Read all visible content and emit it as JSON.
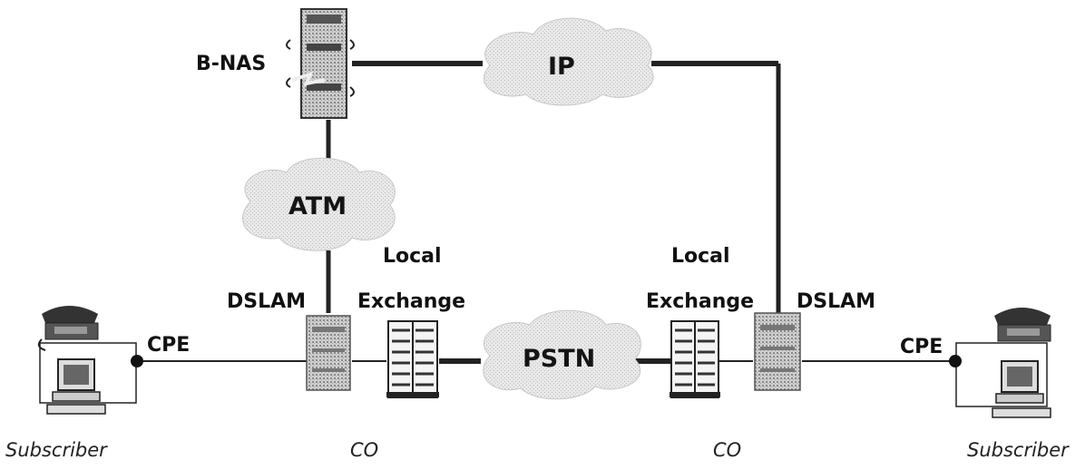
{
  "diagram": {
    "clouds": {
      "ip": "IP",
      "atm": "ATM",
      "pstn": "PSTN"
    },
    "labels": {
      "bnas": "B-NAS",
      "dslam_left": "DSLAM",
      "dslam_right": "DSLAM",
      "local_left": "Local",
      "exchange_left": "Exchange",
      "local_right": "Local",
      "exchange_right": "Exchange",
      "cpe_left": "CPE",
      "cpe_right": "CPE",
      "subscriber_left": "Subscriber",
      "subscriber_right": "Subscriber",
      "co_left": "CO",
      "co_right": "CO"
    }
  }
}
